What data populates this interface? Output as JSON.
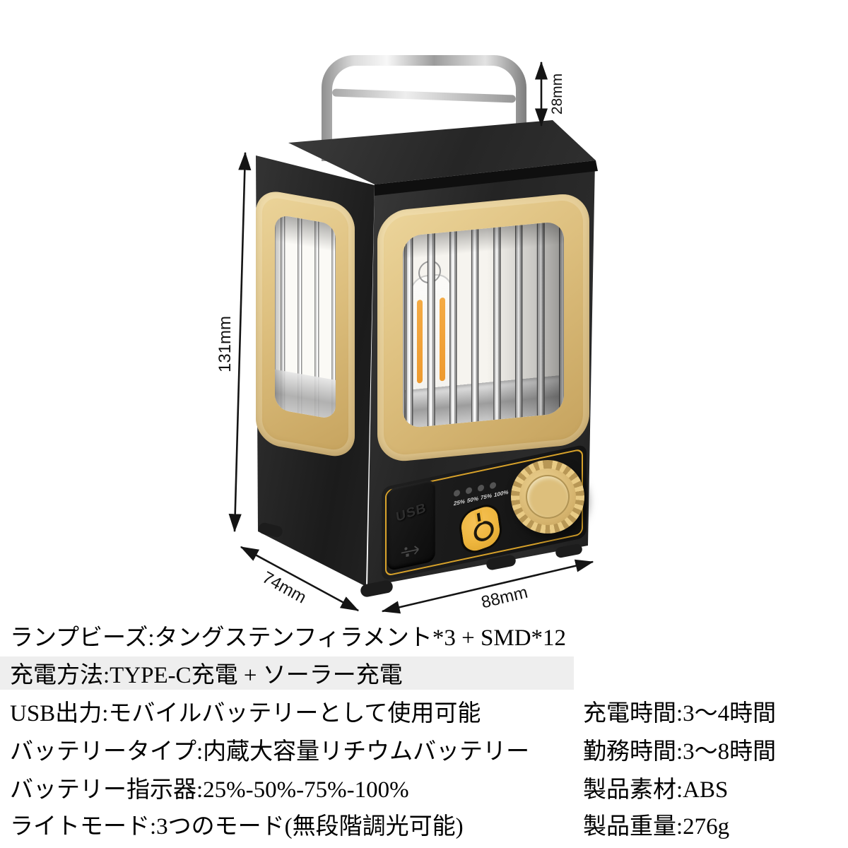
{
  "product": {
    "name": "retro-camping-lantern",
    "colors": {
      "body_black": "#242424",
      "frame_tan": "#ddbf7e",
      "accent_yellow": "#d8a22a",
      "power_button_yellow": "#eeb63e",
      "filament_orange": "#f2a843",
      "chrome": "#d9d9d9"
    },
    "panel": {
      "usb_label": "USB",
      "battery_levels": [
        "25%",
        "50%",
        "75%",
        "100%"
      ]
    }
  },
  "dimensions": {
    "handle_height": "28mm",
    "body_height": "131mm",
    "body_depth": "74mm",
    "body_width": "88mm"
  },
  "specs": {
    "full_rows": [
      "ランプビーズ:タングステンフィラメント*3 + SMD*12",
      "充電方法:TYPE-C充電 + ソーラー充電"
    ],
    "left_rows": [
      "USB出力:モバイルバッテリーとして使用可能",
      "バッテリータイプ:内蔵大容量リチウムバッテリー",
      "バッテリー指示器:25%-50%-75%-100%",
      "ライトモード:3つのモード(無段階調光可能)"
    ],
    "right_rows": [
      "充電時間:3〜4時間",
      "勤務時間:3〜8時間",
      "製品素材:ABS",
      "製品重量:276g"
    ]
  }
}
